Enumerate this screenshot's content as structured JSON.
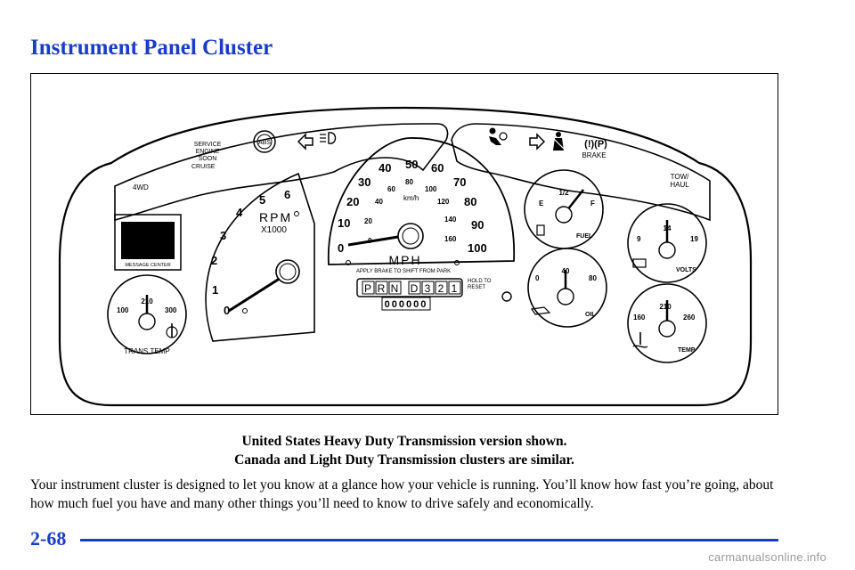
{
  "document": {
    "title": "Instrument Panel Cluster",
    "caption_line1": "United States Heavy Duty Transmission version shown.",
    "caption_line2": "Canada and Light Duty Transmission clusters are similar.",
    "body": "Your instrument cluster is designed to let you know at a glance how your vehicle is running. You’ll know how fast you’re going, about how much fuel you have and many other things you’ll need to know to drive safely and economically.",
    "page_number": "2-68",
    "watermark": "carmanualsonline.info"
  },
  "cluster": {
    "indicators": {
      "service_engine_soon": [
        "SERVICE",
        "ENGINE",
        "SOON"
      ],
      "abs": "ABS",
      "cruise": "CRUISE",
      "fourwd": "4WD",
      "brake_symbol": "(!)(P)",
      "brake": "BRAKE",
      "tow_haul": [
        "TOW/",
        "HAUL"
      ],
      "message_center": "MESSAGE CENTER",
      "hold_to_reset": [
        "HOLD TO",
        "RESET"
      ]
    },
    "tachometer": {
      "label": "RPM",
      "multiplier": "X1000",
      "ticks": [
        "0",
        "1",
        "2",
        "3",
        "4",
        "5",
        "6"
      ]
    },
    "speedometer": {
      "unit": "MPH",
      "metric_unit": "km/h",
      "mph_ticks": [
        "0",
        "10",
        "20",
        "30",
        "40",
        "50",
        "60",
        "70",
        "80",
        "90",
        "100"
      ],
      "kmh_ticks": [
        "0",
        "20",
        "40",
        "60",
        "80",
        "100",
        "120",
        "140",
        "160"
      ],
      "park_note": "APPLY BRAKE TO SHIFT FROM PARK",
      "gears": [
        "P",
        "R",
        "N",
        "D",
        "3",
        "2",
        "1"
      ],
      "odometer": "000000"
    },
    "fuel": {
      "label": "FUEL",
      "empty": "E",
      "half": "1/2",
      "full": "F"
    },
    "oil": {
      "label": "OIL",
      "ticks": [
        "0",
        "40",
        "80"
      ]
    },
    "volts": {
      "label": "VOLTS",
      "ticks": [
        "9",
        "14",
        "19"
      ]
    },
    "temp": {
      "label": "TEMP",
      "ticks": [
        "160",
        "210",
        "260"
      ]
    },
    "trans_temp": {
      "label": "TRANS TEMP",
      "ticks": [
        "100",
        "210",
        "300"
      ]
    }
  }
}
